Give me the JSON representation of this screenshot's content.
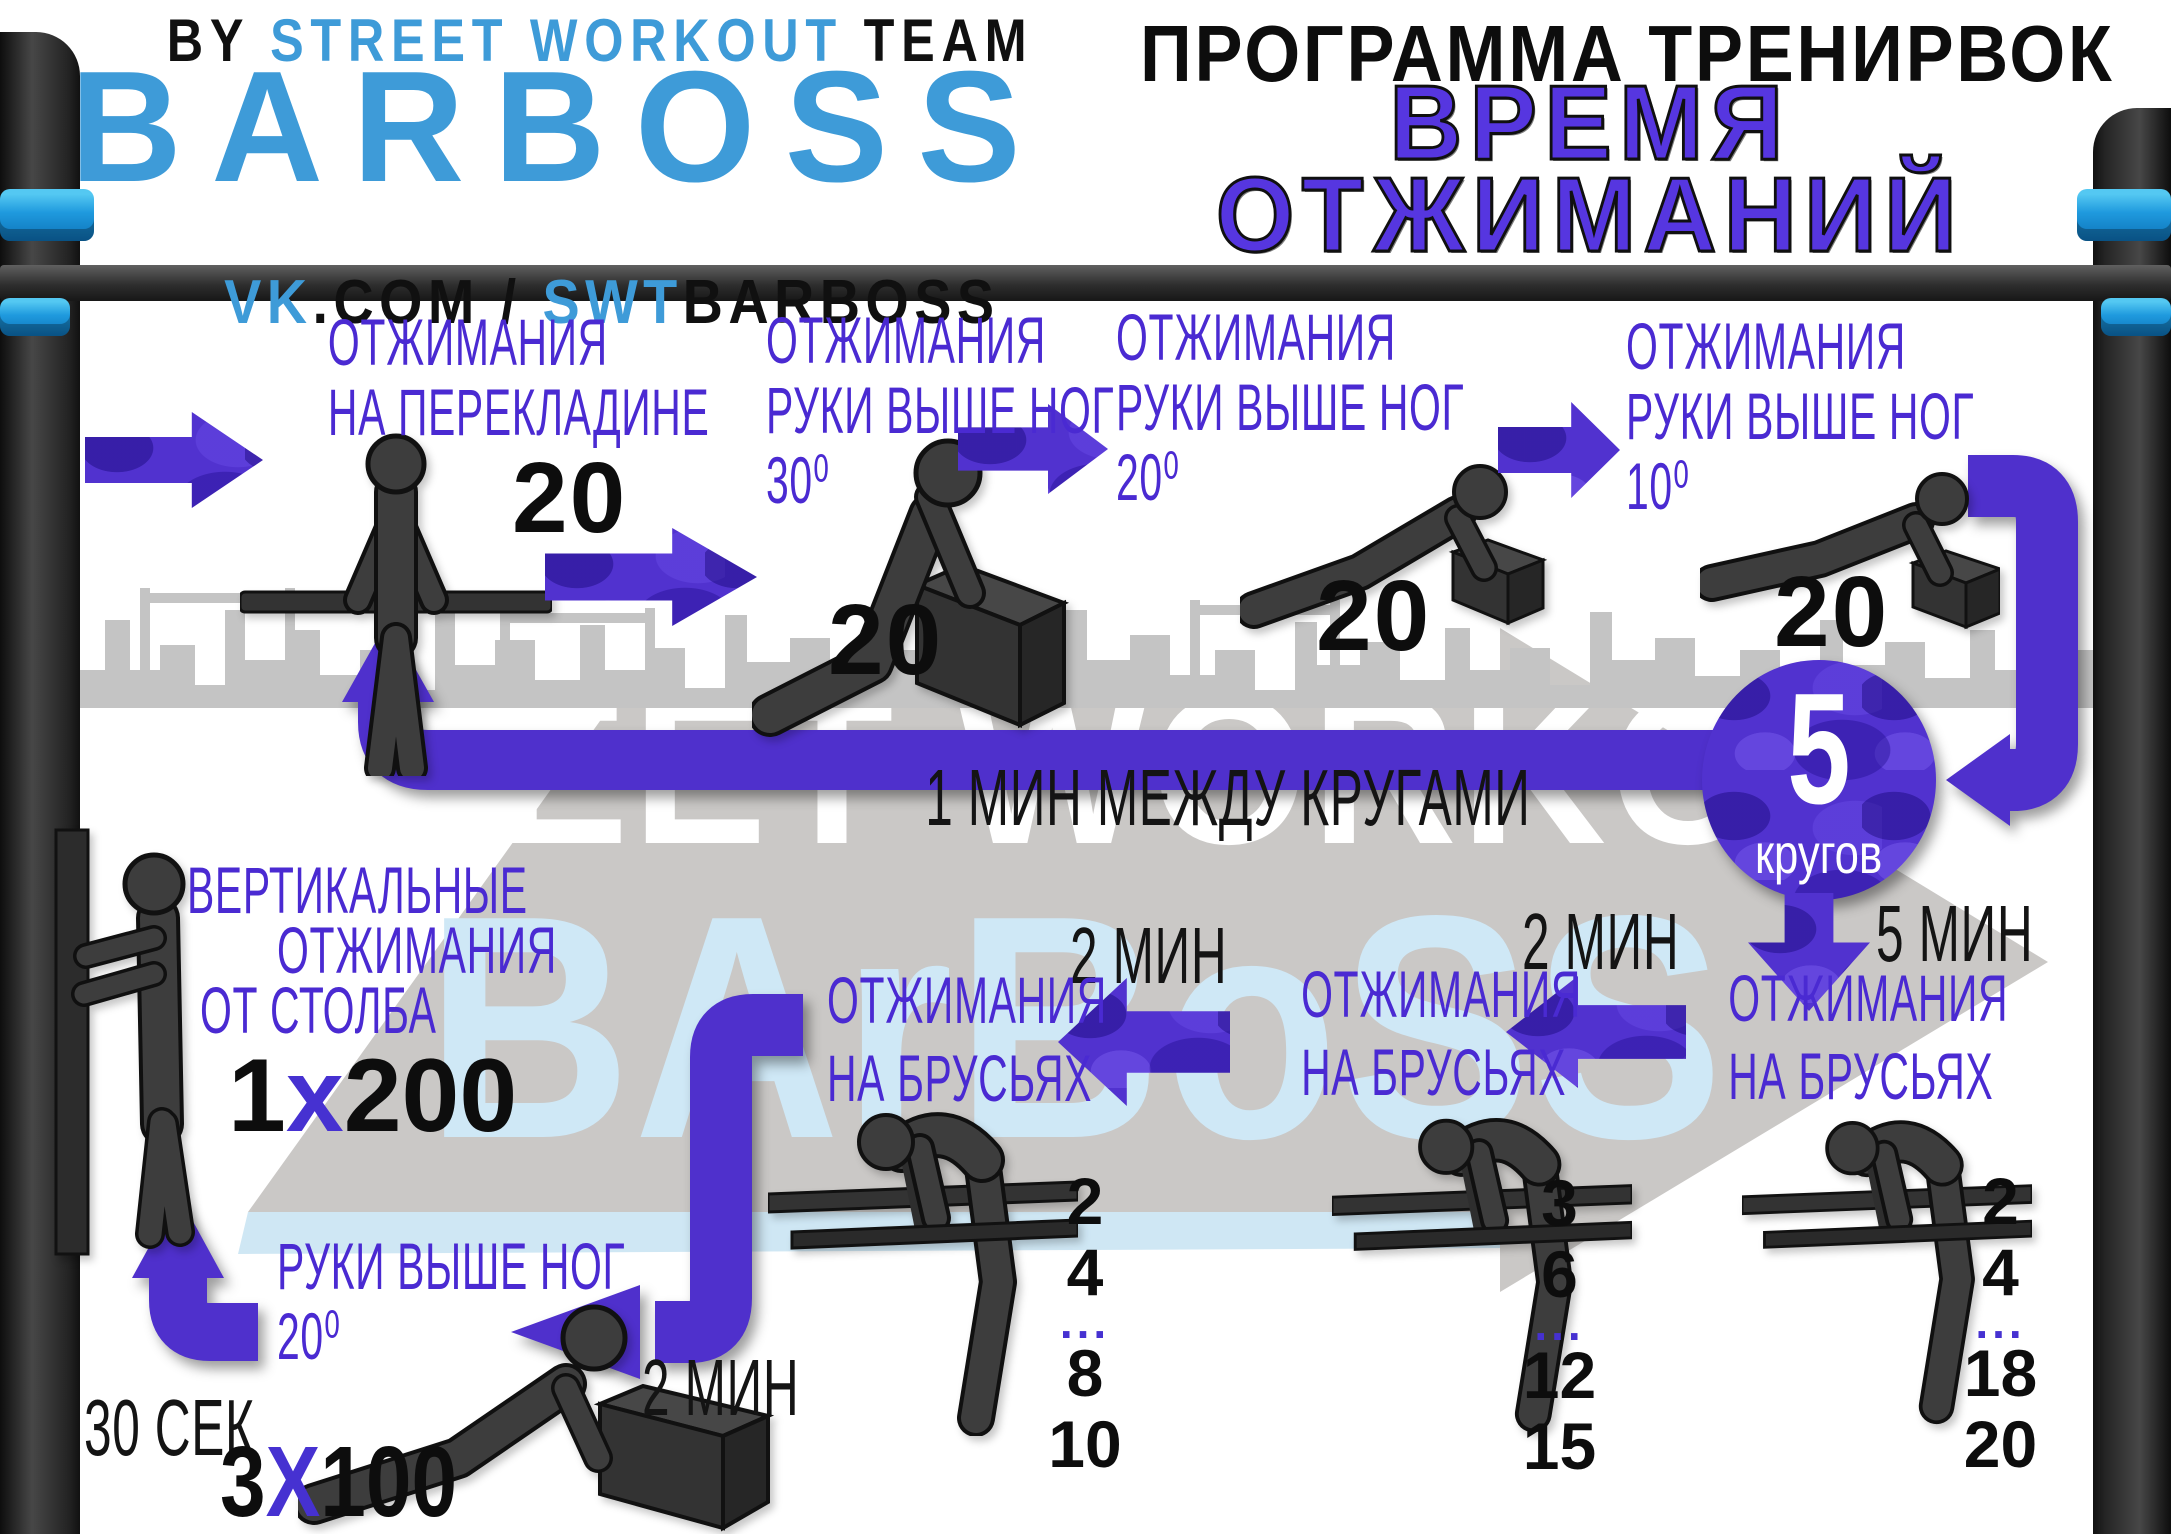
{
  "colors": {
    "brand_blue": "#3E9BD8",
    "arrow_purple": "#5132CF",
    "label_purple": "#4A2AD2",
    "title_purple": "#5636E0",
    "figure_dark": "#3D3D3D",
    "band_gray": "#CAC8C6",
    "skyline_gray": "#C4C4C4",
    "watermark_blue": "#CFE8F6",
    "clamp_blue": "#2AA5E5"
  },
  "header": {
    "left": {
      "by": "BY",
      "team_blue": "STREET WORKOUT",
      "team_black": "TEAM",
      "logo": "BARBOSS",
      "vk_p1": "VK",
      "vk_p2": ".COM / ",
      "vk_p3": "SWT",
      "vk_p4": "BARBOSS"
    },
    "right": {
      "line1": "ПРОГРАММА ТРЕНИРВОК",
      "line2": "ВРЕМЯ",
      "line3": "ОТЖИМАНИЙ"
    }
  },
  "watermark": {
    "line1": "STREET WORKOUT TEAM",
    "line2": "BArBoSS"
  },
  "top_circuit": {
    "exercises": [
      {
        "line1": "ОТЖИМАНИЯ",
        "line2": "НА ПЕРЕКЛАДИНЕ",
        "reps": "20"
      },
      {
        "line1": "ОТЖИМАНИЯ",
        "line2": "РУКИ ВЫШЕ НОГ",
        "angle": "30⁰",
        "reps": "20"
      },
      {
        "line1": "ОТЖИМАНИЯ",
        "line2": "РУКИ ВЫШЕ НОГ",
        "angle": "20⁰",
        "reps": "20"
      },
      {
        "line1": "ОТЖИМАНИЯ",
        "line2": "РУКИ ВЫШЕ НОГ",
        "angle": "10⁰",
        "reps": "20"
      }
    ],
    "rounds_value": "5",
    "rounds_label": "кругов",
    "rest_between": "1 МИН МЕЖДУ КРУГАМИ",
    "rest_after": "5 МИН"
  },
  "bottom_circuit": {
    "dips": [
      {
        "line1": "ОТЖИМАНИЯ",
        "line2": "НА БРУСЬЯХ",
        "sets": [
          "2",
          "4",
          "...",
          "8",
          "10"
        ]
      },
      {
        "line1": "ОТЖИМАНИЯ",
        "line2": "НА БРУСЬЯХ",
        "sets": [
          "3",
          "6",
          "...",
          "12",
          "15"
        ]
      },
      {
        "line1": "ОТЖИМАНИЯ",
        "line2": "НА БРУСЬЯХ",
        "sets": [
          "2",
          "4",
          "...",
          "18",
          "20"
        ]
      }
    ],
    "rest1": "2 МИН",
    "rest2": "2 МИН",
    "rest3": "2 МИН"
  },
  "finishers": {
    "vertical": {
      "line1": "ВЕРТИКАЛЬНЫЕ",
      "line2": "ОТЖИМАНИЯ",
      "line3": "ОТ СТОЛБА",
      "sets_a": "1",
      "sets_x": "x",
      "sets_b": "200"
    },
    "rest_30": "30 СЕК",
    "incline": {
      "line1": "РУКИ ВЫШЕ НОГ",
      "angle": "20⁰",
      "sets_a": "3",
      "sets_x": "X",
      "sets_b": "100"
    }
  }
}
